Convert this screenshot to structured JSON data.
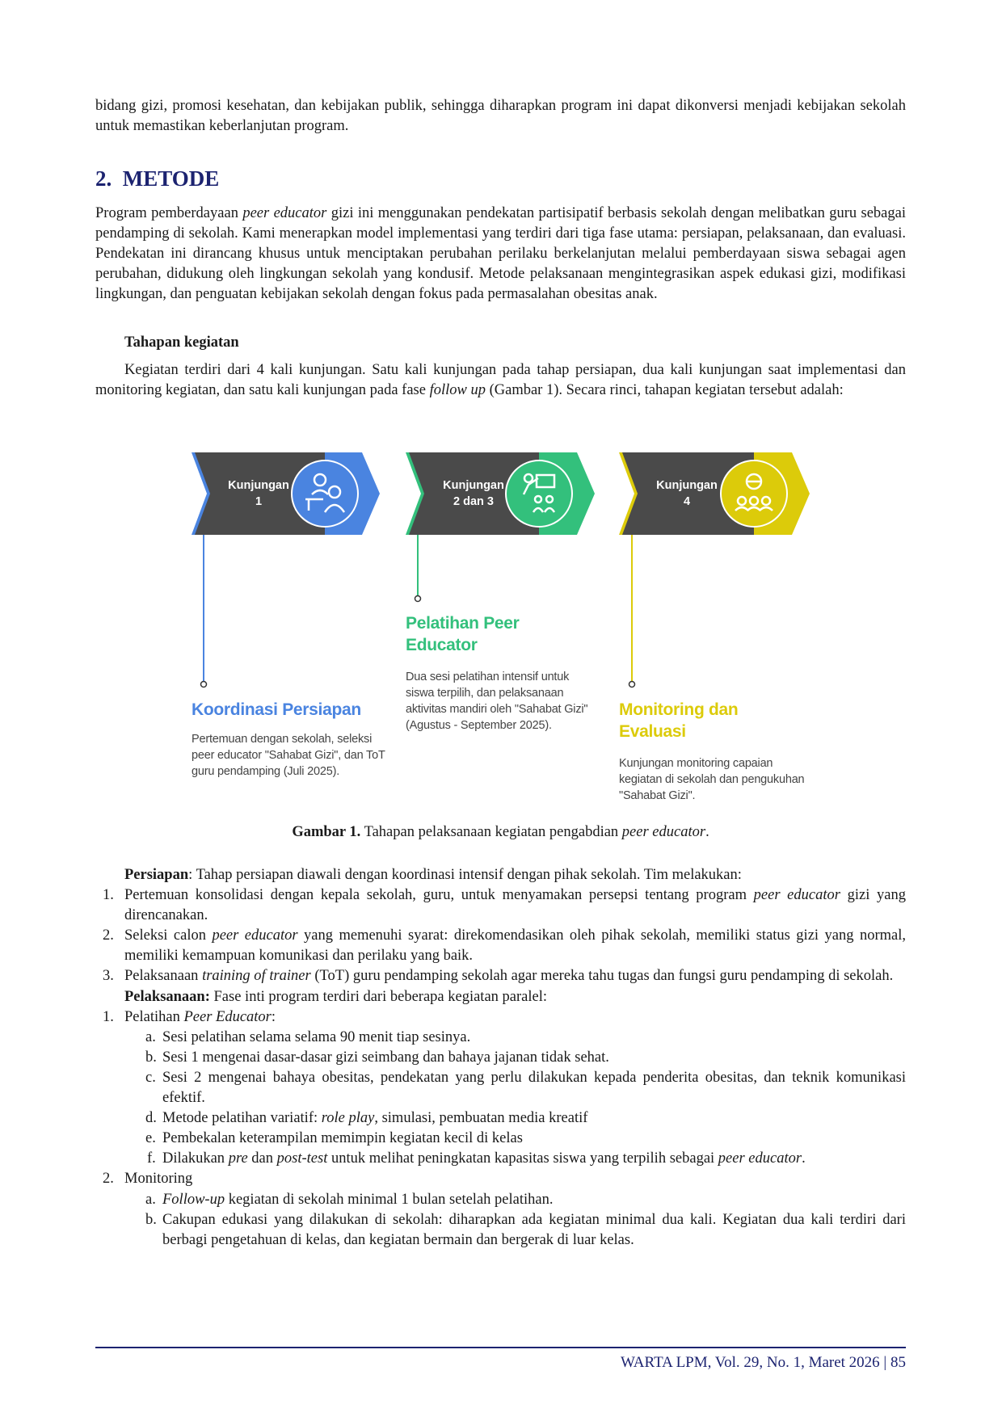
{
  "intro_paragraph": "bidang gizi, promosi kesehatan, dan kebijakan publik, sehingga diharapkan program ini dapat dikonversi menjadi kebijakan sekolah untuk memastikan keberlanjutan program.",
  "section": {
    "number": "2.",
    "title": "METODE"
  },
  "method_paragraph": {
    "p1": "Program pemberdayaan ",
    "p1_em": "peer educator",
    "p2": " gizi ini menggunakan pendekatan partisipatif berbasis sekolah dengan melibatkan guru sebagai pendamping di sekolah. Kami menerapkan model implementasi yang terdiri dari tiga fase utama:  persiapan, pelaksanaan, dan evaluasi.  Pendekatan ini dirancang khusus untuk menciptakan perubahan perilaku berkelanjutan melalui pemberdayaan siswa sebagai agen perubahan, didukung oleh lingkungan sekolah yang kondusif.  Metode pelaksanaan mengintegrasikan aspek edukasi gizi, modifikasi lingkungan, dan penguatan kebijakan sekolah dengan fokus pada permasalahan obesitas anak."
  },
  "subheading": "Tahapan kegiatan",
  "stages_paragraph": {
    "p1": "Kegiatan terdiri dari 4 kali kunjungan.  Satu kali kunjungan pada tahap persiapan, dua kali kunjungan saat implementasi dan monitoring kegiatan, dan satu kali kunjungan pada fase ",
    "p1_em": "follow up",
    "p2": " (Gambar 1).  Secara rinci, tahapan kegiatan tersebut adalah:"
  },
  "figure": {
    "colors": {
      "blue": "#4a84e0",
      "green": "#33c07c",
      "yellow": "#dccb0a",
      "dark": "#4a4a4a"
    },
    "stages": [
      {
        "visit_line1": "Kunjungan",
        "visit_line2": "1",
        "icon": "meeting-icon",
        "title": "Koordinasi Persiapan",
        "description": "Pertemuan dengan sekolah, seleksi peer educator \"Sahabat Gizi\", dan ToT guru pendamping (Juli 2025)."
      },
      {
        "visit_line1": "Kunjungan",
        "visit_line2": "2 dan 3",
        "icon": "presentation-icon",
        "title": "Pelatihan Peer Educator",
        "description": "Dua sesi pelatihan intensif untuk siswa terpilih,  dan pelaksanaan aktivitas mandiri oleh \"Sahabat Gizi\" (Agustus - September 2025)."
      },
      {
        "visit_line1": "Kunjungan",
        "visit_line2": "4",
        "icon": "group-icon",
        "title": "Monitoring dan Evaluasi",
        "description": "Kunjungan monitoring capaian kegiatan di sekolah dan pengukuhan \"Sahabat Gizi\"."
      }
    ],
    "caption_label": "Gambar 1.",
    "caption_text": " Tahapan pelaksanaan kegiatan pengabdian ",
    "caption_em": "peer educator",
    "caption_end": "."
  },
  "persiapan": {
    "label": "Persiapan",
    "text": ": Tahap persiapan diawali dengan koordinasi intensif dengan pihak sekolah. Tim melakukan:",
    "items": [
      {
        "mk": "1.",
        "a": "Pertemuan konsolidasi dengan kepala sekolah, guru, untuk menyamakan persepsi tentang program ",
        "em": "peer educator",
        "b": " gizi yang direncanakan."
      },
      {
        "mk": "2.",
        "a": "Seleksi calon ",
        "em": "peer educator",
        "b": " yang memenuhi syarat: direkomendasikan oleh pihak sekolah, memiliki status gizi yang normal, memiliki kemampuan komunikasi dan perilaku yang baik."
      },
      {
        "mk": "3.",
        "a": "Pelaksanaan ",
        "em": "training of trainer",
        "b": " (ToT) guru pendamping sekolah agar mereka tahu tugas dan fungsi guru pendamping di sekolah."
      }
    ]
  },
  "pelaksanaan": {
    "label": "Pelaksanaan:",
    "text": " Fase inti program terdiri dari beberapa kegiatan paralel:",
    "item1": {
      "mk": "1.",
      "a": "Pelatihan ",
      "em": "Peer Educator",
      "b": ":"
    },
    "item1_sub": [
      {
        "mk": "a.",
        "text": "Sesi pelatihan selama selama 90 menit tiap sesinya."
      },
      {
        "mk": "b.",
        "text": "Sesi 1 mengenai dasar-dasar gizi seimbang dan bahaya jajanan tidak sehat."
      },
      {
        "mk": "c.",
        "text": "Sesi 2 mengenai bahaya obesitas, pendekatan yang perlu dilakukan kepada penderita obesitas, dan teknik komunikasi efektif."
      }
    ],
    "item1_d": {
      "mk": "d.",
      "a": "Metode pelatihan variatif: ",
      "em": "role play",
      "b": ", simulasi, pembuatan media kreatif"
    },
    "item1_e": {
      "mk": "e.",
      "text": "Pembekalan keterampilan memimpin kegiatan kecil di kelas"
    },
    "item1_f": {
      "mk": "f.",
      "a": "Dilakukan ",
      "em1": "pre",
      "b": " dan ",
      "em2": "post-test",
      "c": " untuk melihat peningkatan kapasitas siswa yang terpilih sebagai ",
      "em3": "peer educator",
      "d": "."
    },
    "item2": {
      "mk": "2.",
      "text": "Monitoring"
    },
    "item2_a": {
      "mk": "a.",
      "em": "Follow-up",
      "text": " kegiatan di sekolah minimal 1 bulan setelah pelatihan."
    },
    "item2_b": {
      "mk": "b.",
      "text": "Cakupan edukasi yang dilakukan di sekolah: diharapkan ada kegiatan minimal dua kali. Kegiatan dua kali terdiri dari berbagi pengetahuan di kelas, dan kegiatan bermain dan bergerak di luar kelas."
    }
  },
  "footer": "WARTA LPM, Vol. 29, No. 1, Maret 2026 | 85"
}
